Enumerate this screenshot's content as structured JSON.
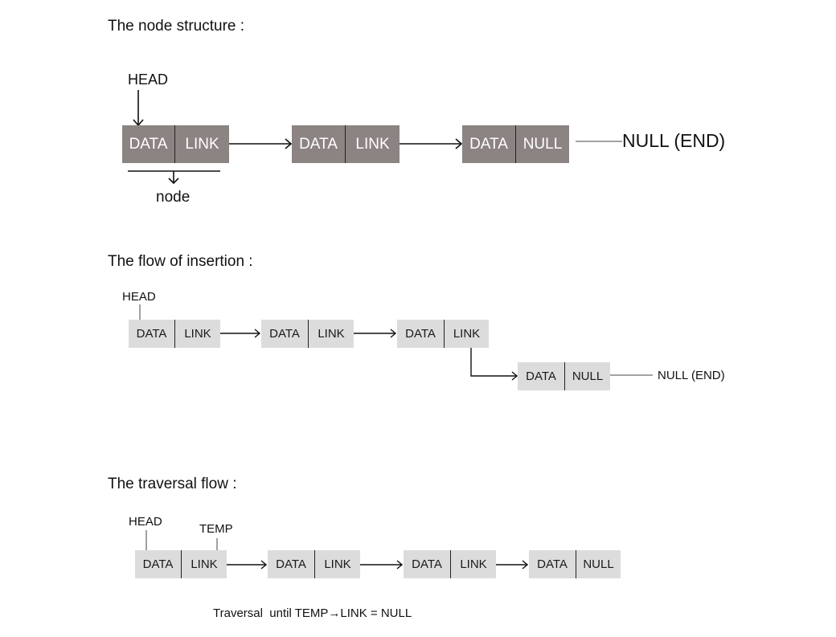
{
  "sections": {
    "structure": {
      "heading": "The node structure :",
      "head_label": "HEAD",
      "node_label": "node",
      "end_label": "NULL (END)",
      "nodes": [
        {
          "data": "DATA",
          "link": "LINK"
        },
        {
          "data": "DATA",
          "link": "LINK"
        },
        {
          "data": "DATA",
          "link": "NULL"
        }
      ]
    },
    "insertion": {
      "heading": "The flow of insertion :",
      "head_label": "HEAD",
      "end_label": "NULL (END)",
      "nodes": [
        {
          "data": "DATA",
          "link": "LINK"
        },
        {
          "data": "DATA",
          "link": "LINK"
        },
        {
          "data": "DATA",
          "link": "LINK"
        },
        {
          "data": "DATA",
          "link": "NULL"
        }
      ]
    },
    "traversal": {
      "heading": "The traversal flow :",
      "head_label": "HEAD",
      "temp_label": "TEMP",
      "caption": "Traversal  until TEMP→LINK = NULL",
      "nodes": [
        {
          "data": "DATA",
          "link": "LINK"
        },
        {
          "data": "DATA",
          "link": "LINK"
        },
        {
          "data": "DATA",
          "link": "LINK"
        },
        {
          "data": "DATA",
          "link": "NULL"
        }
      ]
    }
  },
  "colors": {
    "node_dark": "#8c8483",
    "node_light": "#dcdcdc",
    "text": "#111111"
  }
}
